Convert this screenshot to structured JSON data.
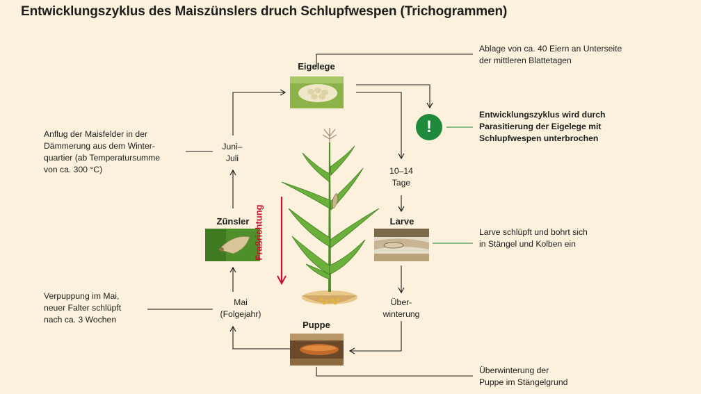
{
  "title": "Entwicklungszyklus des Maiszünslers druch Schlupfwespen (Trichogrammen)",
  "stages": {
    "eigelege": "Eigelege",
    "larve": "Larve",
    "puppe": "Puppe",
    "zuensler": "Zünsler"
  },
  "timing": {
    "tage_line1": "10–14",
    "tage_line2": "Tage",
    "ueber_line1": "Über-",
    "ueber_line2": "winterung",
    "mai_line1": "Mai",
    "mai_line2": "(Folgejahr)",
    "juni_line1": "Juni–",
    "juni_line2": "Juli"
  },
  "notes": {
    "ablage_line1": "Ablage von ca. 40 Eiern an Unterseite",
    "ablage_line2": "der mittleren Blattetagen",
    "zyklus_line1": "Entwicklungszyklus wird durch",
    "zyklus_line2": "Parasitierung der Eigelege mit",
    "zyklus_line3": "Schlupfwespen unterbrochen",
    "larve_line1": "Larve schlüpft und bohrt sich",
    "larve_line2": "in Stängel und Kolben ein",
    "puppe_line1": "Überwinterung der",
    "puppe_line2": "Puppe im Stängelgrund",
    "anflug_line1": "Anflug der Maisfelder in der",
    "anflug_line2": "Dämmerung aus dem Winter-",
    "anflug_line3": "quartier (ab Temperatursumme",
    "anflug_line4": "von ca. 300 °C)",
    "verpuppung_line1": "Verpuppung im Mai,",
    "verpuppung_line2": "neuer Falter schlüpft",
    "verpuppung_line3": "nach ca. 3 Wochen"
  },
  "warning_symbol": "!",
  "fressrichtung": "Fraßrichtung",
  "colors": {
    "background": "#fbf1dd",
    "accent_green": "#1f8a3c",
    "accent_red": "#c8102e",
    "line": "#1d1d1b"
  }
}
